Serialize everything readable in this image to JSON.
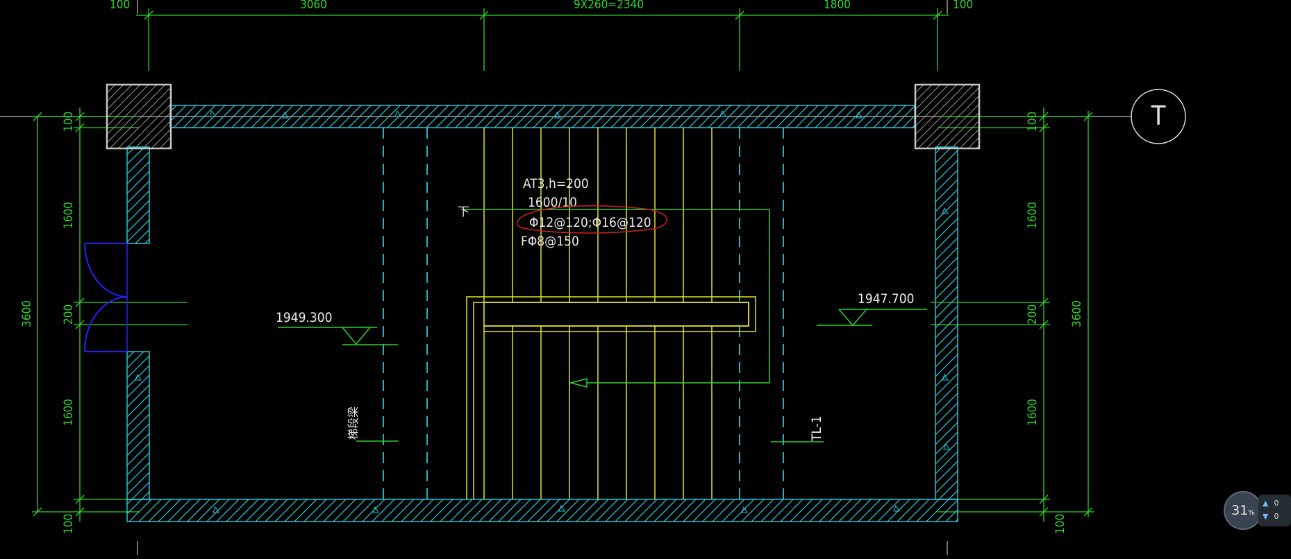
{
  "drawing": {
    "top_dims": [
      "100",
      "3060",
      "9X260=2340",
      "1800",
      "100"
    ],
    "left_dims": [
      "100",
      "1600",
      "200",
      "1600",
      "100"
    ],
    "left_total": "3600",
    "right_dims": [
      "100",
      "1600",
      "200",
      "1600",
      "100"
    ],
    "right_total": "3600",
    "grid_axis": "T",
    "elev_left": "1949.300",
    "elev_right": "1947.700",
    "stair_label": "AT3,h=200",
    "stair_steps": "1600/10",
    "rebar_main": "Φ12@120;Φ16@120",
    "rebar_dist": "FΦ8@150",
    "beam_left": "梯段梁",
    "beam_right": "TL-1",
    "up_mark": "下"
  },
  "zoom": {
    "percent": "31",
    "unit": "%",
    "up_value": "0",
    "down_value": "0"
  },
  "colors": {
    "background": "#000000",
    "dimension": "#2bd62b",
    "wall": "#22c8d8",
    "stair": "#e6e61e",
    "text": "#e9e9e9",
    "door": "#2222ff",
    "revision": "#d42020"
  }
}
